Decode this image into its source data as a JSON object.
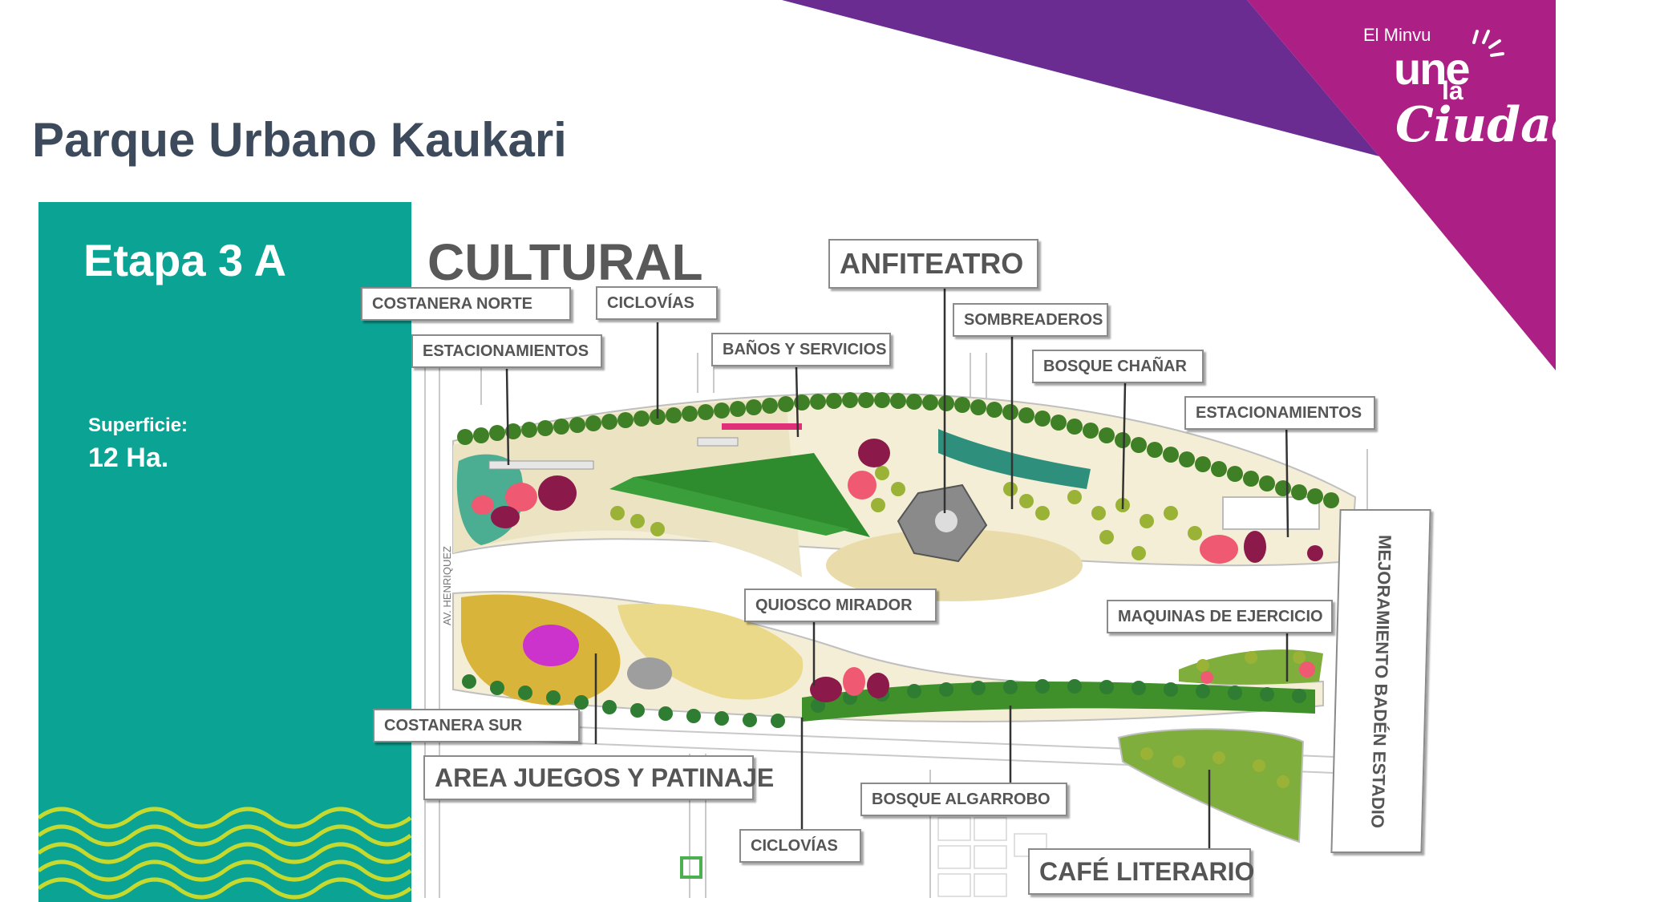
{
  "title": "Parque Urbano Kaukari",
  "brand": {
    "small": "El Minvu",
    "une": "une",
    "la": "la",
    "ciudad": "Ciudad"
  },
  "panel": {
    "stage": "Etapa 3 A",
    "surface_label": "Superficie:",
    "surface_value": "12 Ha."
  },
  "section": "CULTURAL",
  "labels": {
    "costanera_norte": "COSTANERA NORTE",
    "ciclovias_top": "CICLOVÍAS",
    "estacionamientos_left": "ESTACIONAMIENTOS",
    "banos_servicios": "BAÑOS Y SERVICIOS",
    "anfiteatro": "ANFITEATRO",
    "sombreaderos": "SOMBREADEROS",
    "bosque_chanar": "BOSQUE CHAÑAR",
    "estacionamientos_right": "ESTACIONAMIENTOS",
    "quiosco_mirador": "QUIOSCO MIRADOR",
    "maquinas_ejercicio": "MAQUINAS DE EJERCICIO",
    "mejoramiento_baden": "MEJORAMIENTO BADÉN ESTADIO",
    "costanera_sur": "COSTANERA SUR",
    "area_juegos": "AREA JUEGOS Y PATINAJE",
    "bosque_algarrobo": "BOSQUE ALGARROBO",
    "ciclovias_bottom": "CICLOVÍAS",
    "cafe_literario": "CAFÉ LITERARIO",
    "street": "AV. HENRIQUEZ"
  },
  "colors": {
    "teal": "#0aa394",
    "purple": "#6a2c91",
    "magenta": "#ac2086",
    "title": "#3d4a5c",
    "wave": "#c6d92e",
    "grass": "#2e8b2e",
    "tree": "#4f8f2a",
    "sand": "#e9dcaa",
    "ochre": "#d8b43a",
    "pink": "#ef5a72",
    "maroon": "#8b1a4a"
  }
}
